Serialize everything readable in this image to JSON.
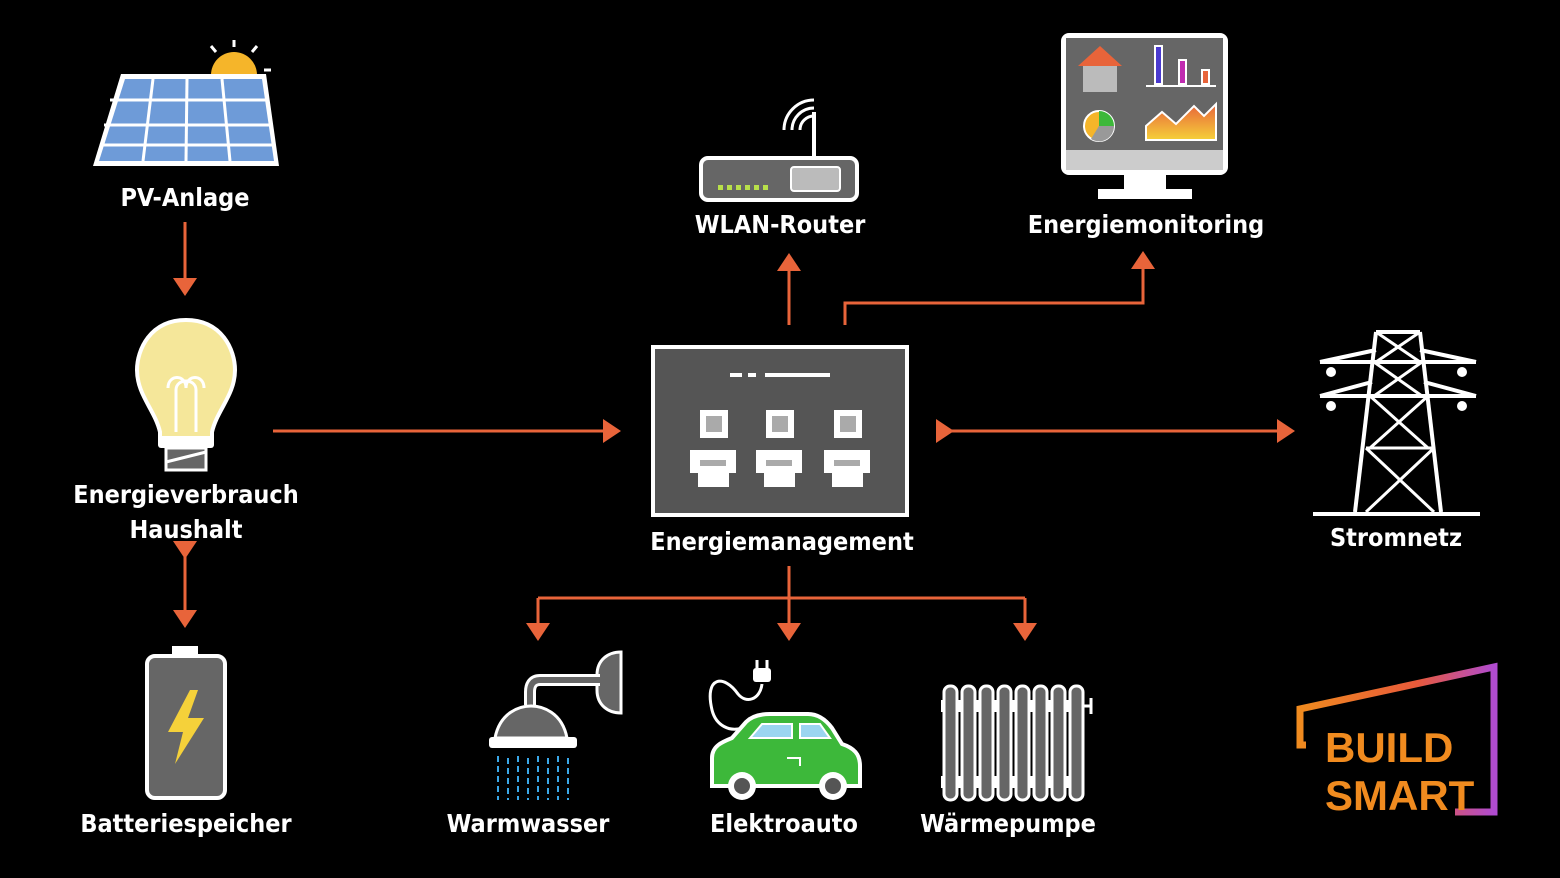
{
  "nodes": {
    "pv": "PV-Anlage",
    "verbrauch_line1": "Energieverbrauch",
    "verbrauch_line2": "Haushalt",
    "batterie": "Batteriespeicher",
    "router": "WLAN-Router",
    "monitoring": "Energiemonitoring",
    "management": "Energiemanagement",
    "stromnetz": "Stromnetz",
    "warmwasser": "Warmwasser",
    "elektroauto": "Elektroauto",
    "waermepumpe": "Wärmepumpe"
  },
  "logo": {
    "line1": "BUILD",
    "line2": "SMART"
  },
  "colors": {
    "background": "#000000",
    "arrow": "#E8643A",
    "icon_grey": "#666666",
    "icon_outline": "#FFFFFF",
    "logo_orange": "#F08B1F",
    "car_green": "#3DB83A",
    "bulb_yellow": "#F5E79A",
    "sun_yellow": "#F5B52A",
    "panel_blue": "#6E9BD8"
  },
  "icons": {
    "pv": "solar-panel-icon",
    "verbrauch": "light-bulb-icon",
    "batterie": "battery-icon",
    "router": "wifi-router-icon",
    "monitoring": "monitor-dashboard-icon",
    "management": "energy-manager-box-icon",
    "stromnetz": "power-pylon-icon",
    "warmwasser": "shower-icon",
    "elektroauto": "electric-car-icon",
    "waermepumpe": "radiator-icon"
  }
}
